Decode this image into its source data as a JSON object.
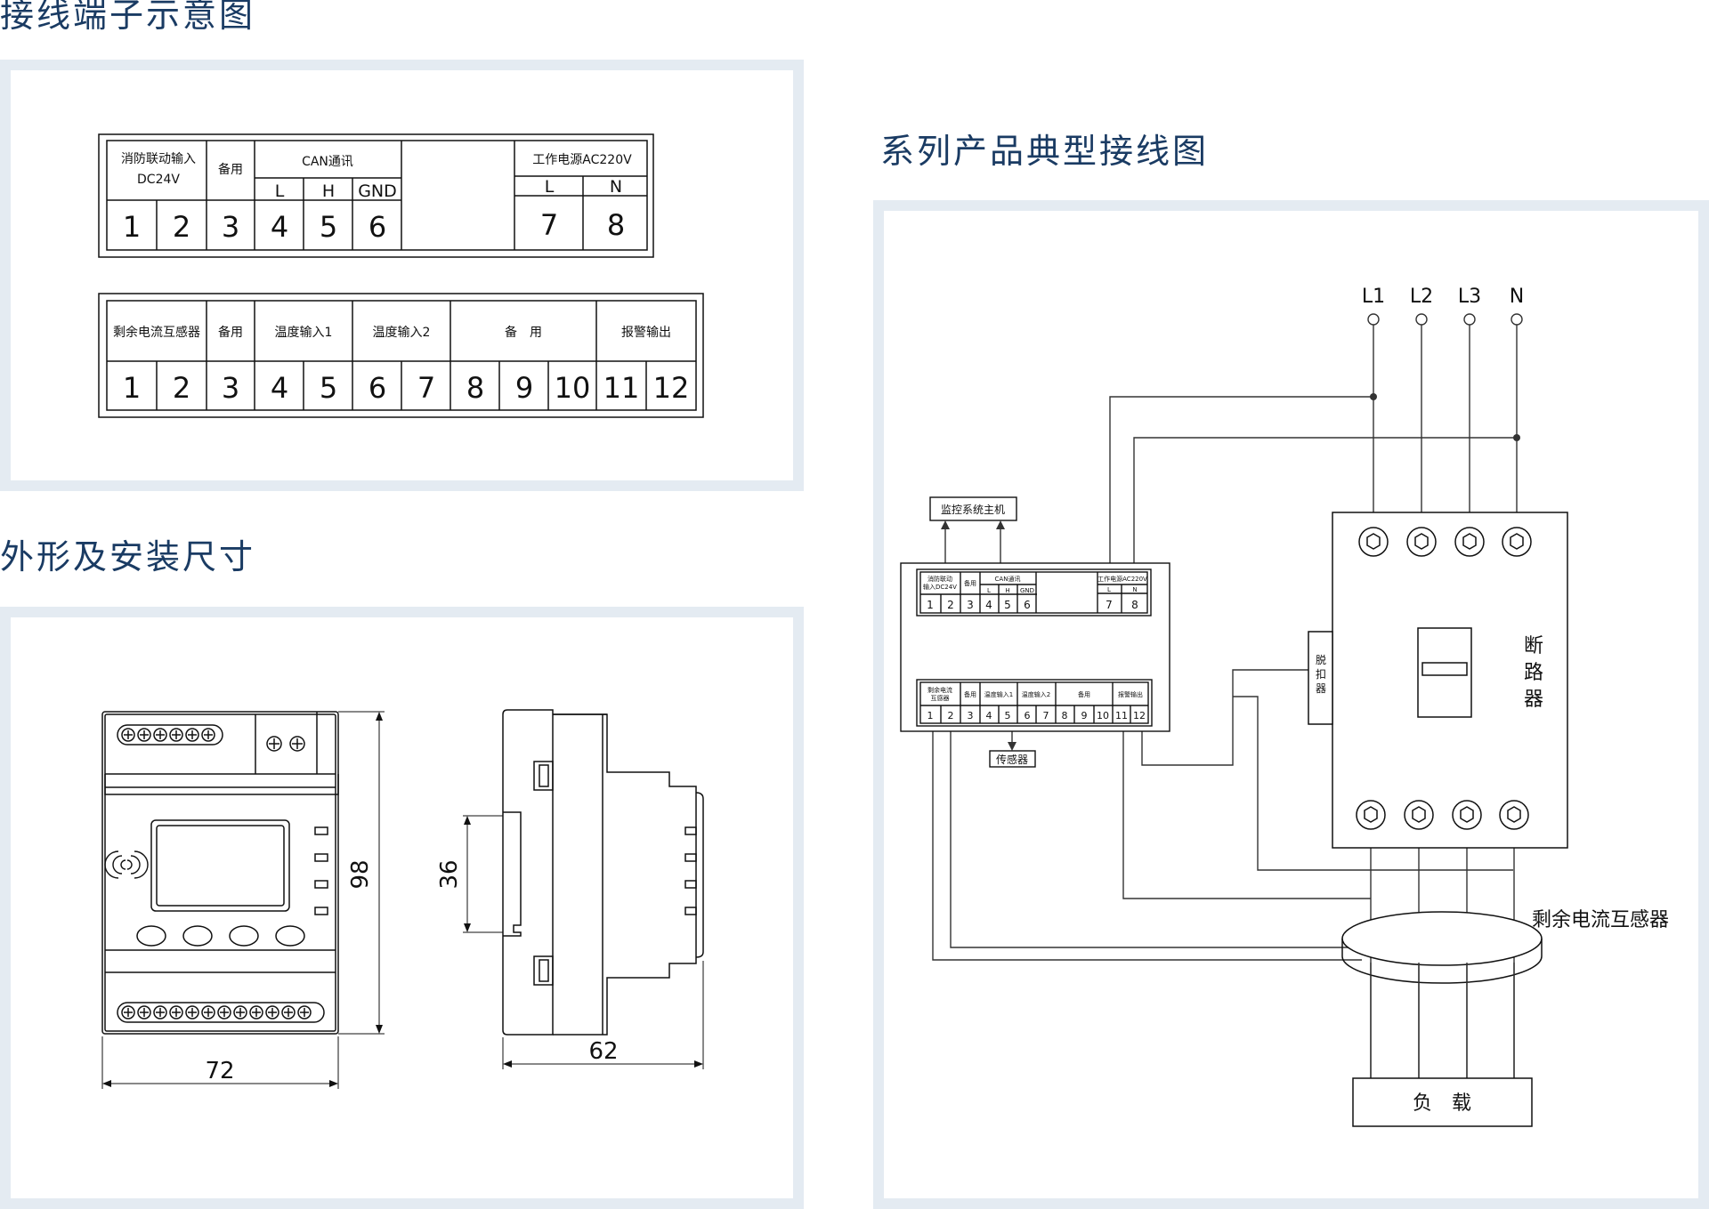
{
  "headings": {
    "terminal": "接线端子示意图",
    "dimension": "外形及安装尺寸",
    "typical": "系列产品典型接线图"
  },
  "terminal_block_1": {
    "group_fire": "消防联动输入",
    "group_fire_sub": "DC24V",
    "group_spare": "备用",
    "group_can": "CAN通讯",
    "can_l": "L",
    "can_h": "H",
    "can_gnd": "GND",
    "group_power": "工作电源AC220V",
    "power_l": "L",
    "power_n": "N",
    "numbers": [
      "1",
      "2",
      "3",
      "4",
      "5",
      "6",
      "7",
      "8"
    ]
  },
  "terminal_block_2": {
    "group_rcm": "剩余电流互感器",
    "group_spare": "备用",
    "group_temp1": "温度输入1",
    "group_temp2": "温度输入2",
    "group_spare2": "备　用",
    "group_alarm": "报警输出",
    "numbers": [
      "1",
      "2",
      "3",
      "4",
      "5",
      "6",
      "7",
      "8",
      "9",
      "10",
      "11",
      "12"
    ]
  },
  "dimensions": {
    "width": "72",
    "height": "98",
    "depth": "62",
    "rail": "36"
  },
  "wiring": {
    "phases": [
      "L1",
      "L2",
      "L3",
      "N"
    ],
    "monitor_host": "监控系统主机",
    "sensor": "传感器",
    "breaker": [
      "断",
      "路",
      "器"
    ],
    "trip": [
      "脱",
      "扣",
      "器"
    ],
    "rcm": "剩余电流互感器",
    "load": "负　载",
    "mini_top": {
      "fire_a": "消防联动",
      "fire_b": "输入DC24V",
      "spare": "备用",
      "can": "CAN通讯",
      "can_l": "L",
      "can_h": "H",
      "can_gnd": "GND",
      "power": "工作电源AC220V",
      "power_l": "L",
      "power_n": "N",
      "numbers": [
        "1",
        "2",
        "3",
        "4",
        "5",
        "6",
        "7",
        "8"
      ]
    },
    "mini_bottom": {
      "rcm_a": "剩余电流",
      "rcm_b": "互感器",
      "spare": "备用",
      "temp1": "温度输入1",
      "temp2": "温度输入2",
      "spare2": "备用",
      "alarm": "报警输出",
      "numbers": [
        "1",
        "2",
        "3",
        "4",
        "5",
        "6",
        "7",
        "8",
        "9",
        "10",
        "11",
        "12"
      ]
    }
  }
}
